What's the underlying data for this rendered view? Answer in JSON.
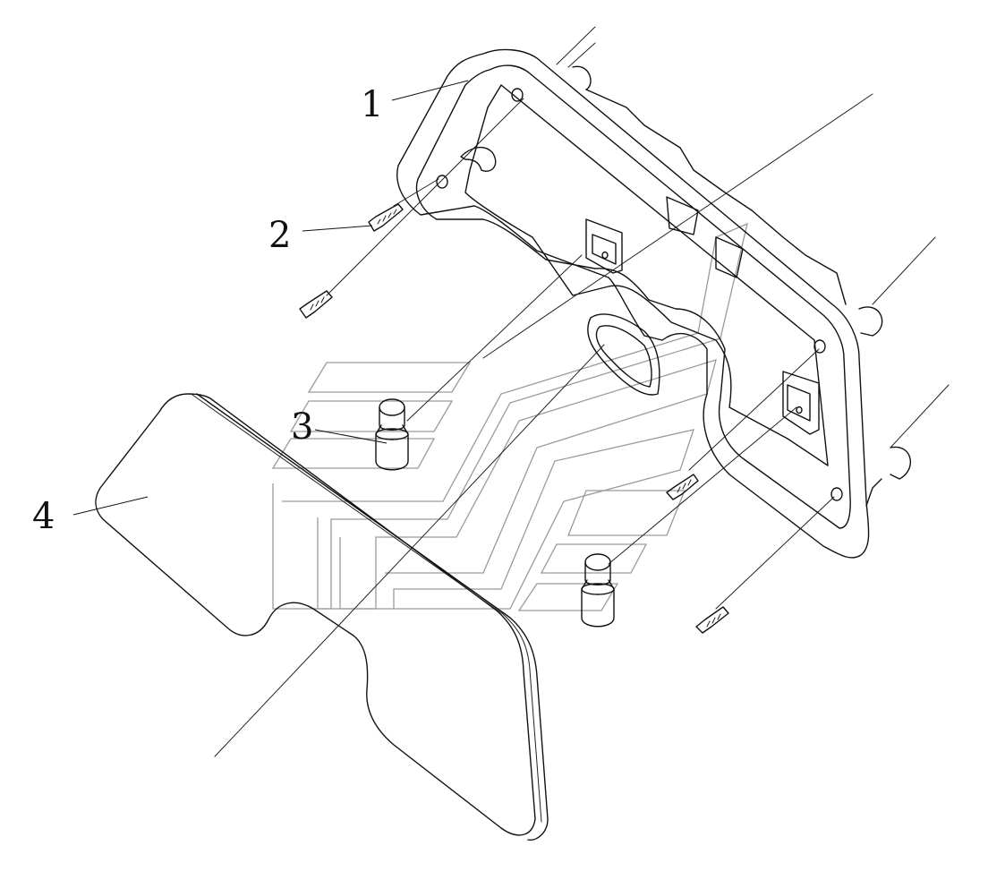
{
  "figure": {
    "callouts": [
      {
        "id": "1",
        "label": "1"
      },
      {
        "id": "2",
        "label": "2"
      },
      {
        "id": "3",
        "label": "3"
      },
      {
        "id": "4",
        "label": "4"
      }
    ]
  },
  "colors": {
    "line": "#111111",
    "ghost_lines": "#9a9a9a",
    "background": "#ffffff"
  }
}
